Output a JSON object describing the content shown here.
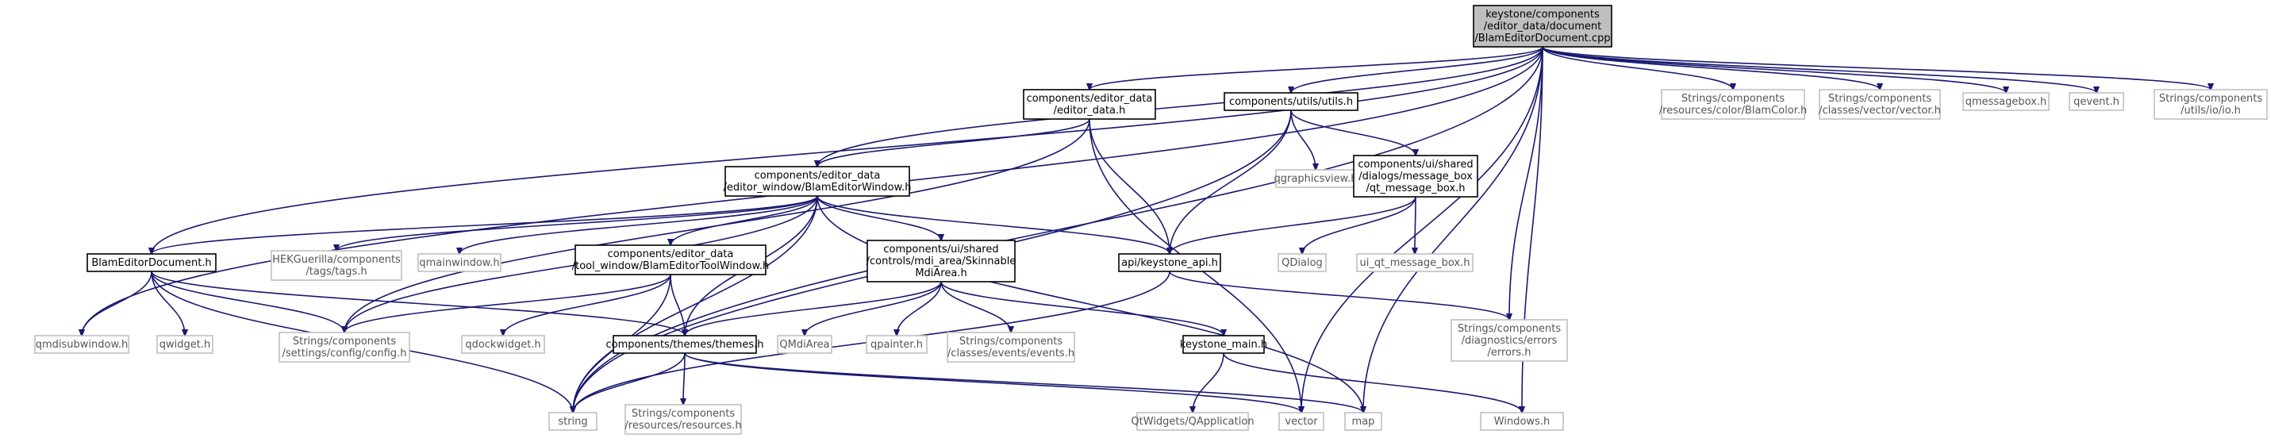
{
  "graph": {
    "nodes": [
      {
        "id": "root",
        "kind": "root",
        "lines": [
          "keystone/components",
          "/editor_data/document",
          "/BlamEditorDocument.cpp"
        ]
      },
      {
        "id": "editor_data_h",
        "kind": "doc",
        "lines": [
          "components/editor_data",
          "/editor_data.h"
        ]
      },
      {
        "id": "utils_h",
        "kind": "doc",
        "lines": [
          "components/utils/utils.h"
        ]
      },
      {
        "id": "blamcolor_h",
        "kind": "ext",
        "lines": [
          "Strings/components",
          "/resources/color/BlamColor.h"
        ]
      },
      {
        "id": "vector_h",
        "kind": "ext",
        "lines": [
          "Strings/components",
          "/classes/vector/vector.h"
        ]
      },
      {
        "id": "qmessagebox_h",
        "kind": "ext",
        "lines": [
          "qmessagebox.h"
        ]
      },
      {
        "id": "qevent_h",
        "kind": "ext",
        "lines": [
          "qevent.h"
        ]
      },
      {
        "id": "io_h",
        "kind": "ext",
        "lines": [
          "Strings/components",
          "/utils/io/io.h"
        ]
      },
      {
        "id": "blameditorwindow_h",
        "kind": "doc",
        "lines": [
          "components/editor_data",
          "/editor_window/BlamEditorWindow.h"
        ]
      },
      {
        "id": "qgraphicsview_h",
        "kind": "ext",
        "lines": [
          "qgraphicsview.h"
        ]
      },
      {
        "id": "qt_message_box_h",
        "kind": "doc",
        "lines": [
          "components/ui/shared",
          "/dialogs/message_box",
          "/qt_message_box.h"
        ]
      },
      {
        "id": "blameditordocument_h",
        "kind": "doc",
        "lines": [
          "BlamEditorDocument.h"
        ]
      },
      {
        "id": "tags_h",
        "kind": "ext",
        "lines": [
          "HEKGuerilla/components",
          "/tags/tags.h"
        ]
      },
      {
        "id": "qmainwindow_h",
        "kind": "ext",
        "lines": [
          "qmainwindow.h"
        ]
      },
      {
        "id": "blameditortoolwindow_h",
        "kind": "doc",
        "lines": [
          "components/editor_data",
          "/tool_window/BlamEditorToolWindow.h"
        ]
      },
      {
        "id": "skinnablemdiarea_h",
        "kind": "doc",
        "lines": [
          "components/ui/shared",
          "/controls/mdi_area/Skinnable",
          "MdiArea.h"
        ]
      },
      {
        "id": "keystone_api_h",
        "kind": "doc",
        "lines": [
          "api/keystone_api.h"
        ]
      },
      {
        "id": "qdialog",
        "kind": "ext",
        "lines": [
          "QDialog"
        ]
      },
      {
        "id": "ui_qt_message_box_h",
        "kind": "ext",
        "lines": [
          "ui_qt_message_box.h"
        ]
      },
      {
        "id": "qmdisubwindow_h",
        "kind": "ext",
        "lines": [
          "qmdisubwindow.h"
        ]
      },
      {
        "id": "qwidget_h",
        "kind": "ext",
        "lines": [
          "qwidget.h"
        ]
      },
      {
        "id": "config_h",
        "kind": "ext",
        "lines": [
          "Strings/components",
          "/settings/config/config.h"
        ]
      },
      {
        "id": "qdockwidget_h",
        "kind": "ext",
        "lines": [
          "qdockwidget.h"
        ]
      },
      {
        "id": "themes_h",
        "kind": "doc",
        "lines": [
          "components/themes/themes.h"
        ]
      },
      {
        "id": "qmdiarea",
        "kind": "ext",
        "lines": [
          "QMdiArea"
        ]
      },
      {
        "id": "qpainter_h",
        "kind": "ext",
        "lines": [
          "qpainter.h"
        ]
      },
      {
        "id": "events_h",
        "kind": "ext",
        "lines": [
          "Strings/components",
          "/classes/events/events.h"
        ]
      },
      {
        "id": "keystone_main_h",
        "kind": "doc",
        "lines": [
          "keystone_main.h"
        ]
      },
      {
        "id": "errors_h",
        "kind": "ext",
        "lines": [
          "Strings/components",
          "/diagnostics/errors",
          "/errors.h"
        ]
      },
      {
        "id": "string",
        "kind": "ext",
        "lines": [
          "string"
        ]
      },
      {
        "id": "resources_h",
        "kind": "ext",
        "lines": [
          "Strings/components",
          "/resources/resources.h"
        ]
      },
      {
        "id": "qapplication",
        "kind": "ext",
        "lines": [
          "QtWidgets/QApplication"
        ]
      },
      {
        "id": "vector",
        "kind": "ext",
        "lines": [
          "vector"
        ]
      },
      {
        "id": "map",
        "kind": "ext",
        "lines": [
          "map"
        ]
      },
      {
        "id": "windows_h",
        "kind": "ext",
        "lines": [
          "Windows.h"
        ]
      }
    ]
  }
}
